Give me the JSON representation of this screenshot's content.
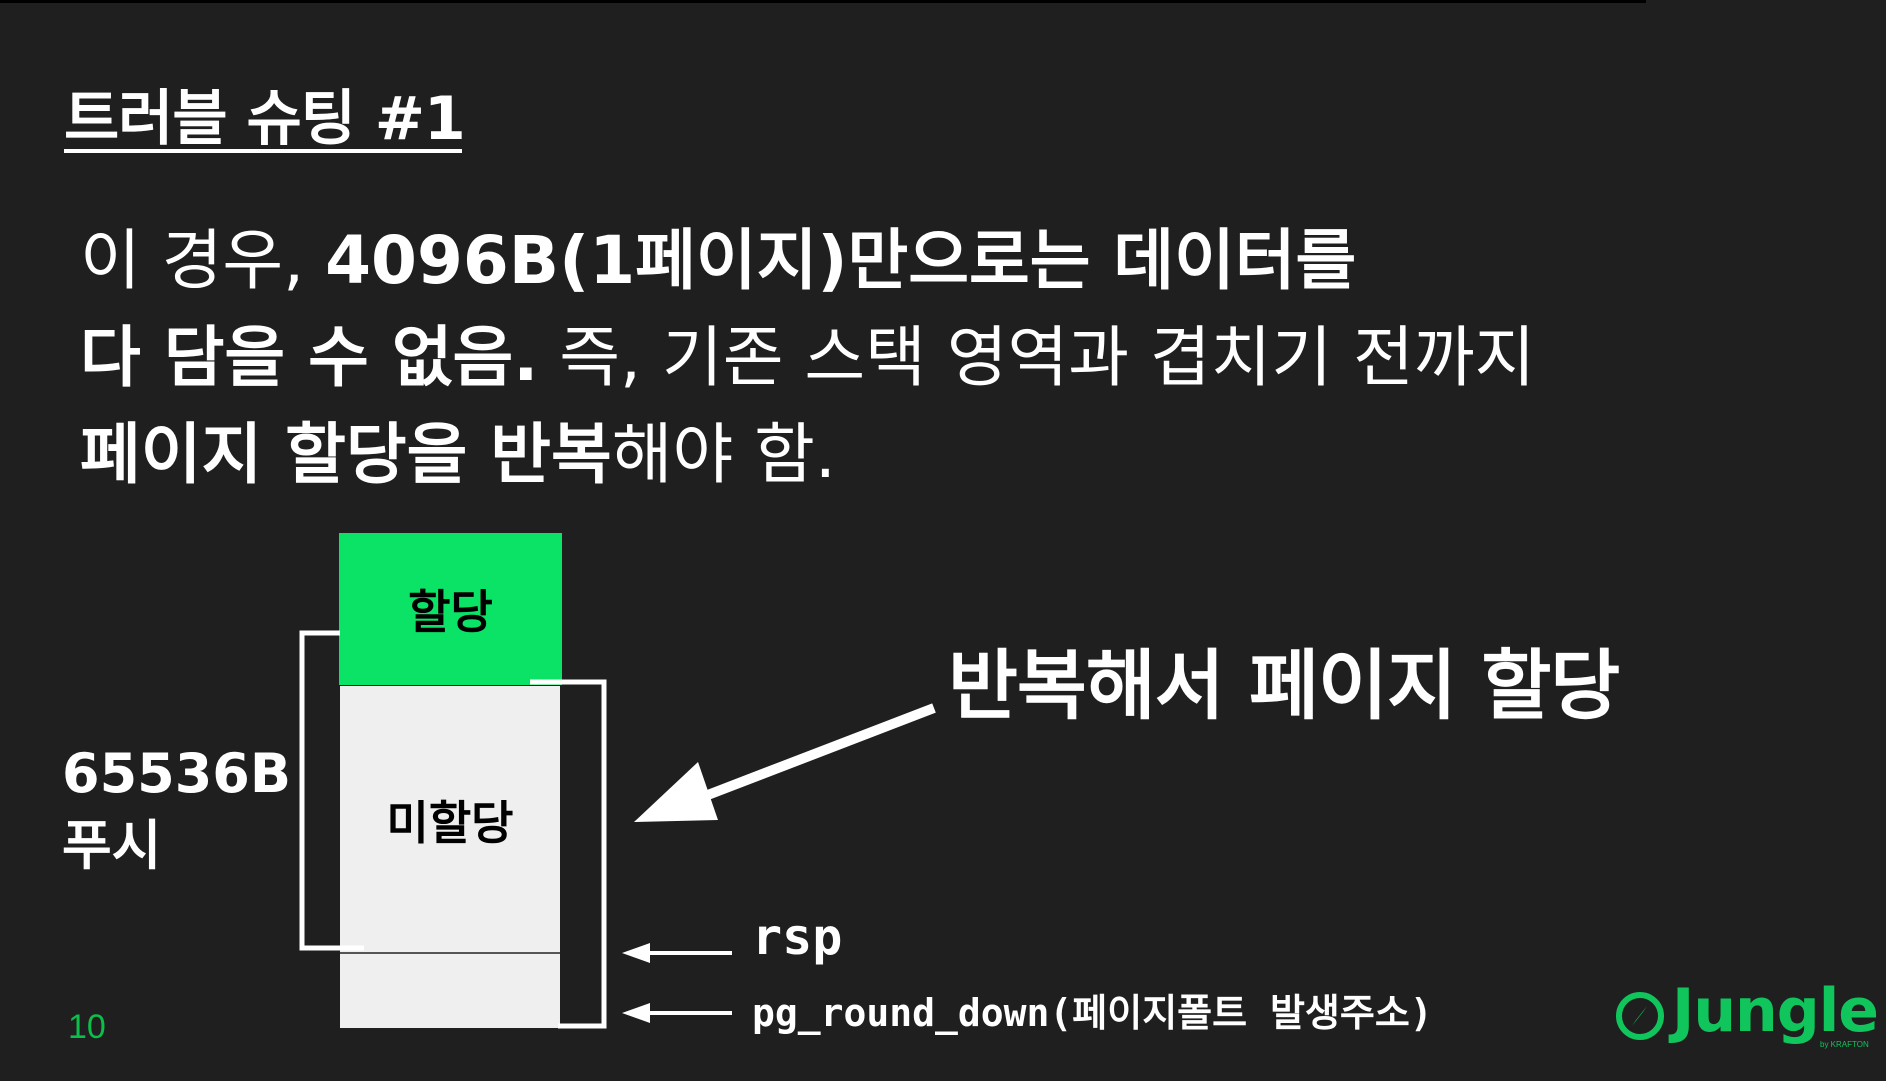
{
  "slide": {
    "title": "트러블 슈팅 #1",
    "body": {
      "l1_a": "이 경우, ",
      "l1_b": "4096B(1페이지)",
      "l1_c": "만으로는 ",
      "l1_d": "데이터를",
      "l2_a": "다 담을 수 없음.",
      "l2_b": " 즉, 기존 스택 영역과 겹치기 전까지",
      "l3_a": "페이지 할당을 반복",
      "l3_b": "해야 함."
    },
    "page_number": "10"
  },
  "diagram": {
    "allocated_label": "할당",
    "unallocated_label": "미할당",
    "push_size": "65536B",
    "push_word": "푸시",
    "callout": "반복해서 페이지 할당",
    "rsp_label": "rsp",
    "pg_label": "pg_round_down(페이지폴트 발생주소)",
    "colors": {
      "allocated": "#0be366",
      "unallocated": "#efefef",
      "background": "#1f1f1f"
    }
  },
  "logo": {
    "text": "Jungle",
    "sub": "by KRAFTON",
    "icon": "compass-icon",
    "color": "#10c55b"
  }
}
